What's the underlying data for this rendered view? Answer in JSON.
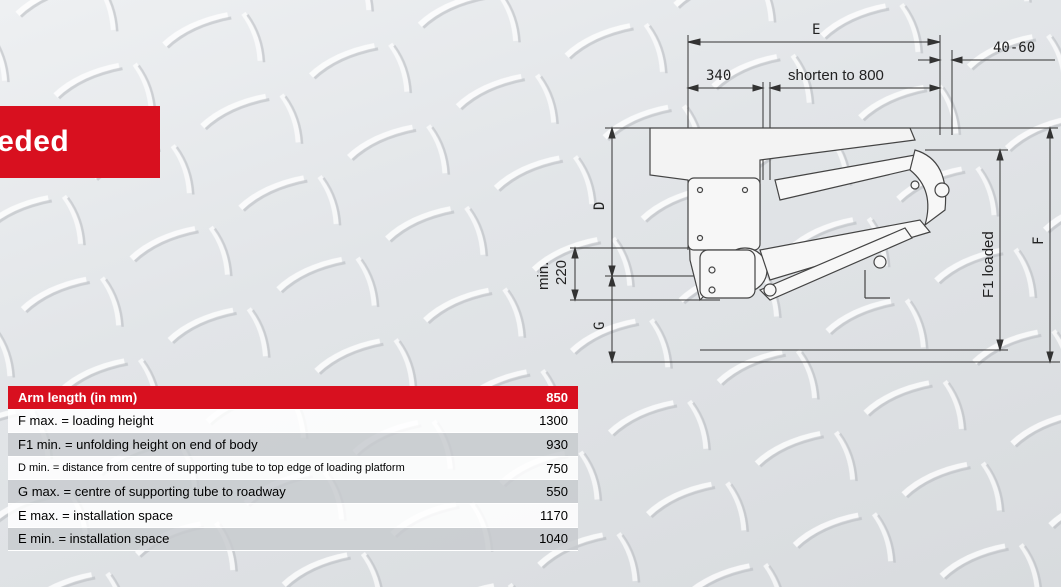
{
  "banner": {
    "text": "eeded"
  },
  "diagram": {
    "dims": {
      "E": "E",
      "range": "40-60",
      "d340": "340",
      "shorten": "shorten to 800",
      "D": "D",
      "min": "min.",
      "min220": "220",
      "G": "G",
      "F1": "F1 loaded",
      "F": "F"
    }
  },
  "table": {
    "header": {
      "label": "Arm length (in mm)",
      "value": "850"
    },
    "rows": [
      {
        "label": "F max. = loading height",
        "value": "1300"
      },
      {
        "label": "F1 min. = unfolding height on end of body",
        "value": "930"
      },
      {
        "label": "D min. = distance from centre of supporting tube to top edge of loading platform",
        "value": "750"
      },
      {
        "label": "G max. = centre of supporting tube to roadway",
        "value": "550"
      },
      {
        "label": "E max. = installation space",
        "value": "1170"
      },
      {
        "label": "E min. = installation space",
        "value": "1040"
      }
    ]
  }
}
